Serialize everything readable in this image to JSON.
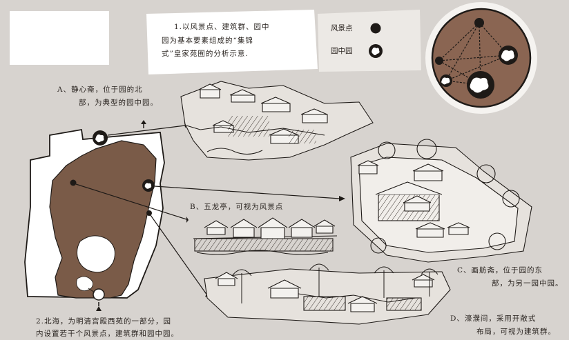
{
  "header_caption": {
    "line1": "1.以风景点、建筑群、园中",
    "line2": "园为基本要素组成的“集锦",
    "line3": "式”皇家苑囿的分析示意."
  },
  "legend": {
    "scenic_point": "风景点",
    "garden_in_garden": "园中园"
  },
  "annotations": {
    "a_line1": "A、静心斋，位于园的北",
    "a_line2": "部，为典型的园中园。",
    "b": "B、五龙亭，可视为风景点",
    "c_line1": "C、画舫斋，位于园的东",
    "c_line2": "部，为另一园中园。",
    "d_line1": "D、濠濮间，采用开敞式",
    "d_line2": "布局，可视为建筑群。"
  },
  "footer_caption": {
    "line1": "2.北海，为明清宫殿西苑的一部分，园",
    "line2": "内设置若干个风景点，建筑群和园中园。"
  },
  "colors": {
    "background": "#d7d3cf",
    "lake": "#7a5b48",
    "circle_fill": "#8a6552",
    "ink": "#1e1a17"
  }
}
